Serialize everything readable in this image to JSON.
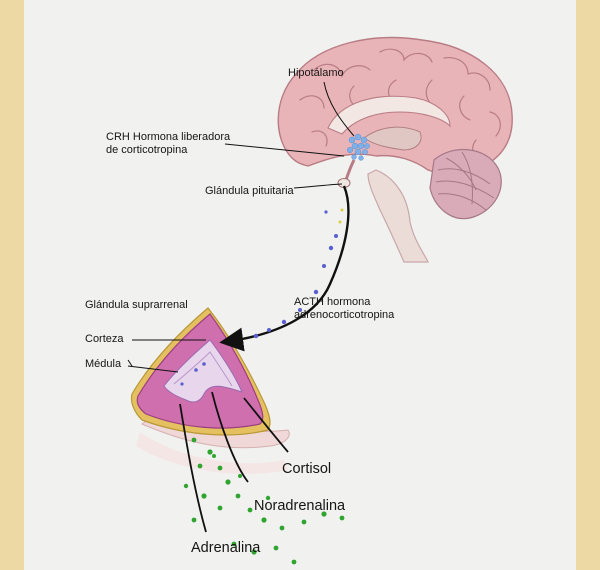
{
  "labels": {
    "hypothalamus": "Hipotálamo",
    "crh": "CRH Hormona liberadora\nde corticotropina",
    "pituitary": "Glándula pituitaria",
    "acth": "ACTH hormona\nadrenocorticotropina",
    "adrenal_gland": "Glándula suprarrenal",
    "cortex": "Corteza",
    "medulla": "Médula",
    "cortisol": "Cortisol",
    "noradrenaline": "Noradrenalina",
    "adrenaline": "Adrenalina"
  },
  "colors": {
    "frame": "#ecd9a3",
    "background": "#f1f1f0",
    "brain": "#e8b4b8",
    "cerebellum": "#d9aab8",
    "hypothalamus_cells": "#7fb0e8",
    "adrenal_cortex": "#cf6fae",
    "adrenal_capsule": "#e4c060",
    "hormone_dots_blue": "#5a5fd0",
    "hormone_dots_green": "#2fa52f"
  }
}
